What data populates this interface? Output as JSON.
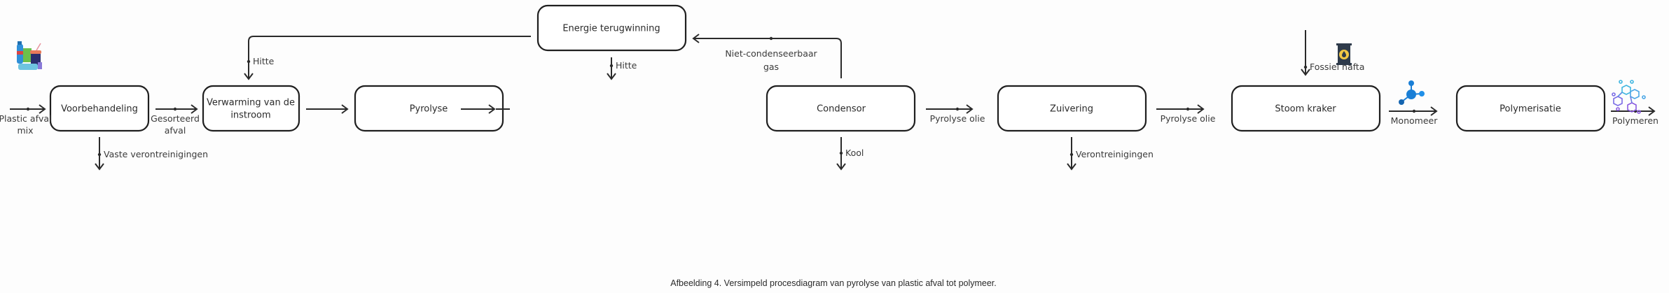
{
  "boxes": {
    "voorbehandeling": "Voorbehandeling",
    "verwarming_line1": "Verwarming van de",
    "verwarming_line2": "instroom",
    "pyrolyse": "Pyrolyse",
    "condensor": "Condensor",
    "zuivering": "Zuivering",
    "stoom_kraker": "Stoom kraker",
    "polymerisatie": "Polymerisatie",
    "energie": "Energie terugwinning"
  },
  "flows": {
    "plastic_afval_line1": "Plastic afval",
    "plastic_afval_line2": "mix",
    "gesorteerd_line1": "Gesorteerd",
    "gesorteerd_line2": "afval",
    "vaste_verontreinigingen": "Vaste verontreinigingen",
    "hitte_verwarming": "Hitte",
    "hitte_pyrolyse": "Hitte",
    "niet_condenseerbaar_line1": "Niet-condenseerbaar",
    "niet_condenseerbaar_line2": "gas",
    "kool": "Kool",
    "pyrolyse_olie_1": "Pyrolyse olie",
    "pyrolyse_olie_2": "Pyrolyse olie",
    "verontreinigingen": "Verontreinigingen",
    "fossiel_nafta": "Fossiel nafta",
    "monomeer": "Monomeer",
    "polymeren": "Polymeren"
  },
  "icons": {
    "plastic_waste": "plastic-waste-icon",
    "oil_barrel": "oil-barrel-icon",
    "monomer": "monomer-molecule-icon",
    "polymer": "polymer-molecule-icon"
  },
  "colors": {
    "stroke": "#1f1f1f",
    "barrel": "#2e3a4a",
    "barrel_accent": "#f2c744",
    "monomer": "#1a7fd6",
    "polymer_a": "#3fb6e0",
    "polymer_b": "#8a5be0"
  },
  "caption": "Afbeelding 4. Versimpeld procesdiagram van pyrolyse van plastic afval tot polymeer."
}
